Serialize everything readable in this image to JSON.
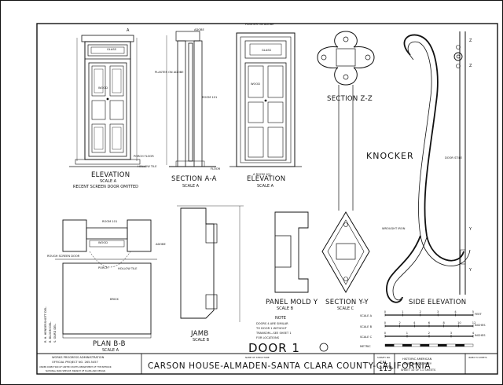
{
  "labels": {
    "elevation_left": "ELEVATION",
    "elevation_left_scale": "SCALE A",
    "elevation_left_note": "RECENT SCREEN DOOR OMITTED",
    "section_aa": "SECTION A-A",
    "section_aa_scale": "SCALE A",
    "elevation_room": "ELEVATION",
    "elevation_room_sub": "A ROOM 101",
    "elevation_room_scale": "SCALE A",
    "section_zz": "SECTION Z-Z",
    "knocker": "KNOCKER",
    "door_stile": "DOOR STILE",
    "wrought_iron": "WROUGHT IRON",
    "side_elevation": "SIDE ELEVATION",
    "section_yy": "SECTION Y-Y",
    "section_yy_scale": "SCALE C",
    "panel_mold": "PANEL MOLD Y",
    "panel_mold_scale": "SCALE B",
    "plan_bb": "PLAN B-B",
    "plan_bb_scale": "SCALE A",
    "jamb": "JAMB",
    "jamb_scale": "SCALE B",
    "door_title": "DOOR 1",
    "porch_floor": "PORCH FLOOR",
    "hollow_tile": "HOLLOW TILE",
    "floor": "FLOOR",
    "plaster_adobe": "PLASTER ON ADOBE",
    "adobe": "ADOBE",
    "room_101": "ROOM 101",
    "porch": "PORCH",
    "brick": "BRICK",
    "screen_door": "ROUGH SCREEN DOOR",
    "wood_panel": "WOOD",
    "glass": "GLASS"
  },
  "note": {
    "heading": "NOTE",
    "line1": "DOORS 4 ARE SIMILAR",
    "line2": "TO DOOR 1 WITHOUT",
    "line3": "TRANSOM—SEE SHEET 1",
    "line4": "FOR LOCATIONS"
  },
  "scales": {
    "a_label": "SCALE A",
    "b_label": "SCALE B",
    "c_label": "SCALE C",
    "metric_label": "METRIC",
    "a_unit": "FEET",
    "b_unit": "INCHES",
    "c_unit": "INCHES",
    "a_ticks": [
      "0",
      "1",
      "2",
      "3",
      "4",
      "5"
    ],
    "b_ticks": [
      "0",
      "2",
      "4",
      "6",
      "8",
      "10",
      "12"
    ],
    "c_ticks": [
      "0",
      "1",
      "2",
      "3",
      "4"
    ]
  },
  "title_block": {
    "agency_line1": "WORKS PROGRESS ADMINISTRATION",
    "agency_line2": "OFFICIAL PROJECT NO. 265-5457",
    "agency_line3": "UNDER DIRECTION OF UNITED STATES DEPARTMENT OF THE INTERIOR",
    "agency_line4": "NATIONAL PARK SERVICE, BRANCH OF PLANS AND DESIGN",
    "name_caption": "NAME OF STRUCTURE",
    "structure_name": "CARSON HOUSE-ALMADEN-SANTA CLARA COUNTY-CALIFORNIA",
    "survey_caption": "SURVEY NO.",
    "survey_state": "CAL.",
    "survey_no": "113",
    "survey_title_line1": "HISTORIC AMERICAN",
    "survey_title_line2": "BUILDINGS SURVEY",
    "sheet_text": "SHEET 10 OF 11 SHEETS",
    "index_caption": "INDEX TO SHEETS"
  },
  "delineators": [
    "R. H. HENDERSHOTT DEL.",
    "B. BLOOM DEL.",
    "S. GURD DEL."
  ]
}
